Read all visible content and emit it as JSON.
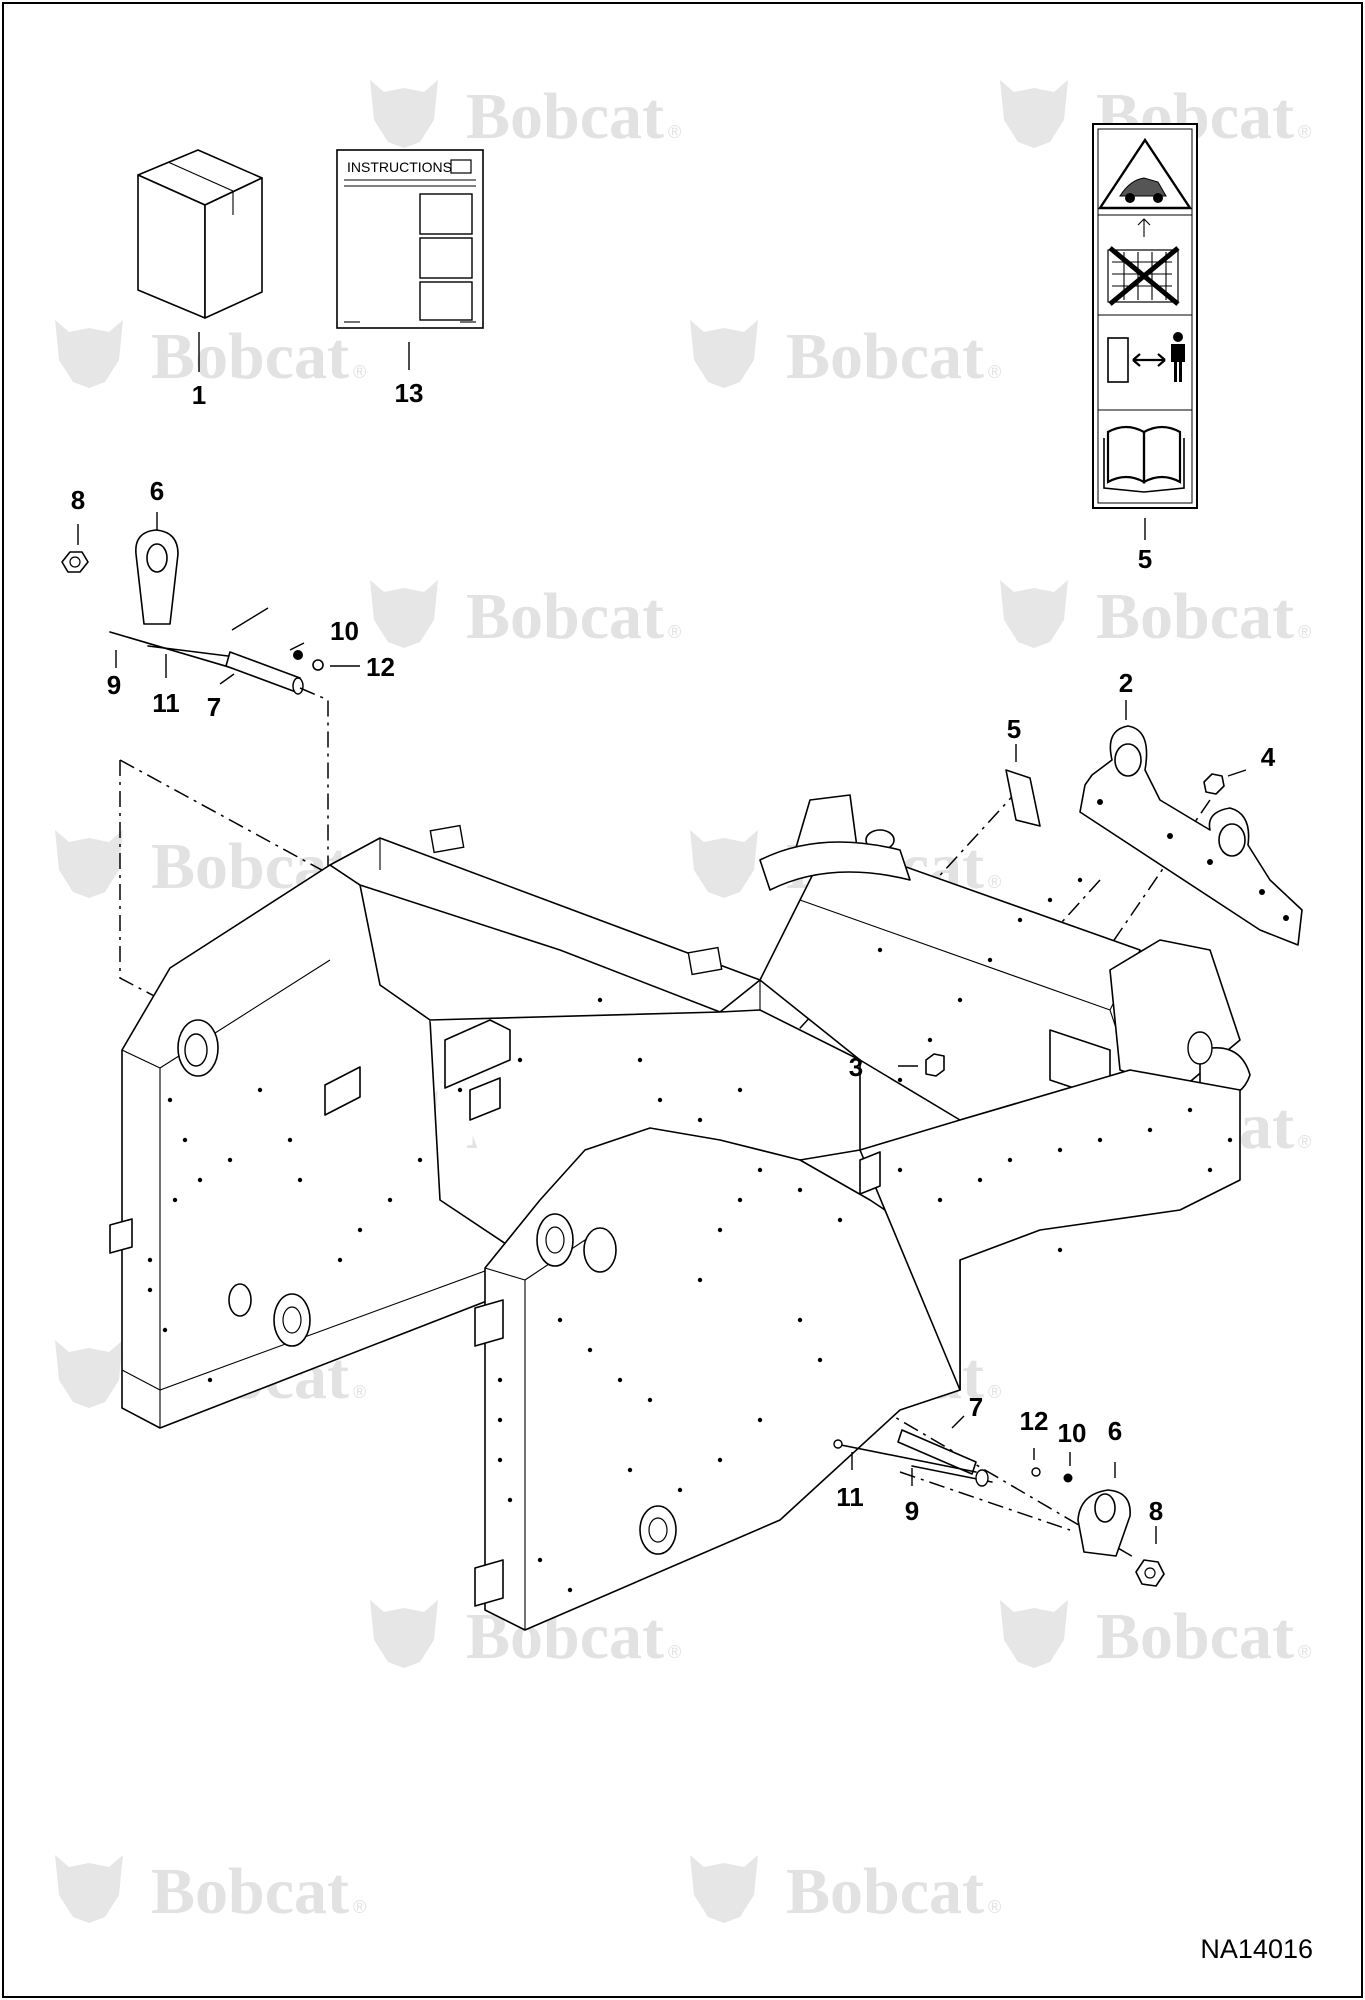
{
  "watermark": {
    "brand": "Bobcat",
    "registered_mark": "®"
  },
  "instructions_sheet": {
    "title": "INSTRUCTIONS"
  },
  "reference_code": "NA14016",
  "callouts": {
    "c1": "1",
    "c13": "13",
    "c5_decal": "5",
    "c8_left": "8",
    "c6_left": "6",
    "c10_left": "10",
    "c12_left": "12",
    "c9_left": "9",
    "c11_left": "11",
    "c7_left": "7",
    "c2": "2",
    "c4": "4",
    "c5_frame": "5",
    "c3": "3",
    "c7_right": "7",
    "c12_right": "12",
    "c10_right": "10",
    "c6_right": "6",
    "c11_right": "11",
    "c9_right": "9",
    "c8_right": "8"
  }
}
